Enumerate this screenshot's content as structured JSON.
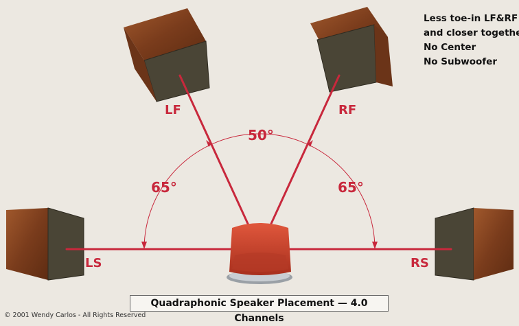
{
  "notes": {
    "line1": "Less toe-in LF&RF",
    "line2": "and closer together",
    "line3": "No Center",
    "line4": "No Subwoofer"
  },
  "labels": {
    "lf": "LF",
    "rf": "RF",
    "ls": "LS",
    "rs": "RS",
    "angle_top": "50°",
    "angle_left": "65°",
    "angle_right": "65°"
  },
  "title": "Quadraphonic Speaker Placement — 4.0 Channels",
  "copyright": "© 2001 Wendy Carlos - All Rights Reserved",
  "colors": {
    "background": "#ece8e1",
    "line": "#c8283c",
    "wood": "#8a4a26",
    "grille": "#4a4536",
    "chair": "#d24a32"
  }
}
